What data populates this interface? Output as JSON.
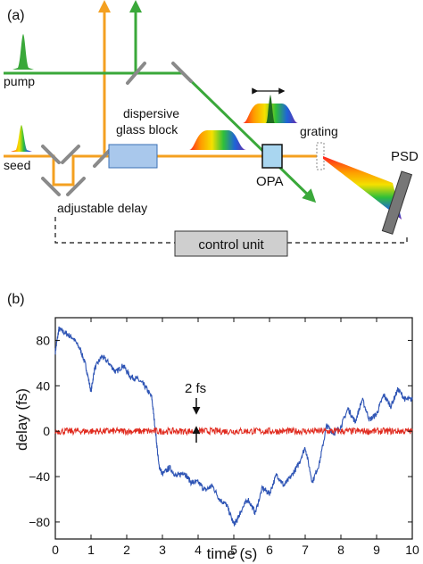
{
  "panel_a": {
    "label": "(a)",
    "labels": {
      "pump": "pump",
      "seed": "seed",
      "dispersive_line1": "dispersive",
      "dispersive_line2": "glass block",
      "grating": "grating",
      "opa": "OPA",
      "psd": "PSD",
      "adjustable_delay": "adjustable delay",
      "control_unit": "control unit"
    },
    "colors": {
      "seed_beam": "#f4a020",
      "pump_beam": "#3aa83a",
      "glass_block": "#a9c8ec",
      "control_box": "#cfcfcf",
      "psd": "#777777"
    }
  },
  "panel_b": {
    "label": "(b)",
    "annotation": "2 fs"
  },
  "chart_data": {
    "type": "line",
    "xlabel": "time (s)",
    "ylabel": "delay (fs)",
    "xlim": [
      0,
      10
    ],
    "ylim": [
      -95,
      100
    ],
    "xticks": [
      0,
      1,
      2,
      3,
      4,
      5,
      6,
      7,
      8,
      9,
      10
    ],
    "yticks": [
      -80,
      -40,
      0,
      40,
      80
    ],
    "grid": false,
    "series": [
      {
        "color": "#2f55b5",
        "x": [
          0,
          0.1,
          0.3,
          0.5,
          0.7,
          0.85,
          1.0,
          1.1,
          1.3,
          1.5,
          1.7,
          1.9,
          2.1,
          2.3,
          2.5,
          2.7,
          2.8,
          2.9,
          3.0,
          3.2,
          3.4,
          3.6,
          3.8,
          4.0,
          4.2,
          4.4,
          4.6,
          4.8,
          5.0,
          5.1,
          5.2,
          5.4,
          5.6,
          5.8,
          6.0,
          6.2,
          6.4,
          6.6,
          6.8,
          7.0,
          7.2,
          7.4,
          7.6,
          7.8,
          8.0,
          8.2,
          8.4,
          8.6,
          8.8,
          9.0,
          9.2,
          9.4,
          9.6,
          9.8,
          10.0
        ],
        "y": [
          70,
          90,
          86,
          82,
          72,
          58,
          35,
          55,
          66,
          60,
          52,
          58,
          48,
          46,
          40,
          30,
          2,
          -30,
          -38,
          -32,
          -40,
          -36,
          -45,
          -45,
          -52,
          -48,
          -60,
          -65,
          -82,
          -78,
          -70,
          -60,
          -72,
          -50,
          -55,
          -38,
          -48,
          -40,
          -30,
          -14,
          -45,
          -28,
          5,
          -2,
          4,
          20,
          8,
          28,
          10,
          15,
          32,
          22,
          37,
          28,
          28
        ]
      },
      {
        "color": "#e02a1e",
        "x": [
          0,
          10
        ],
        "y": [
          0,
          0
        ],
        "noise_amplitude": 3
      }
    ]
  }
}
